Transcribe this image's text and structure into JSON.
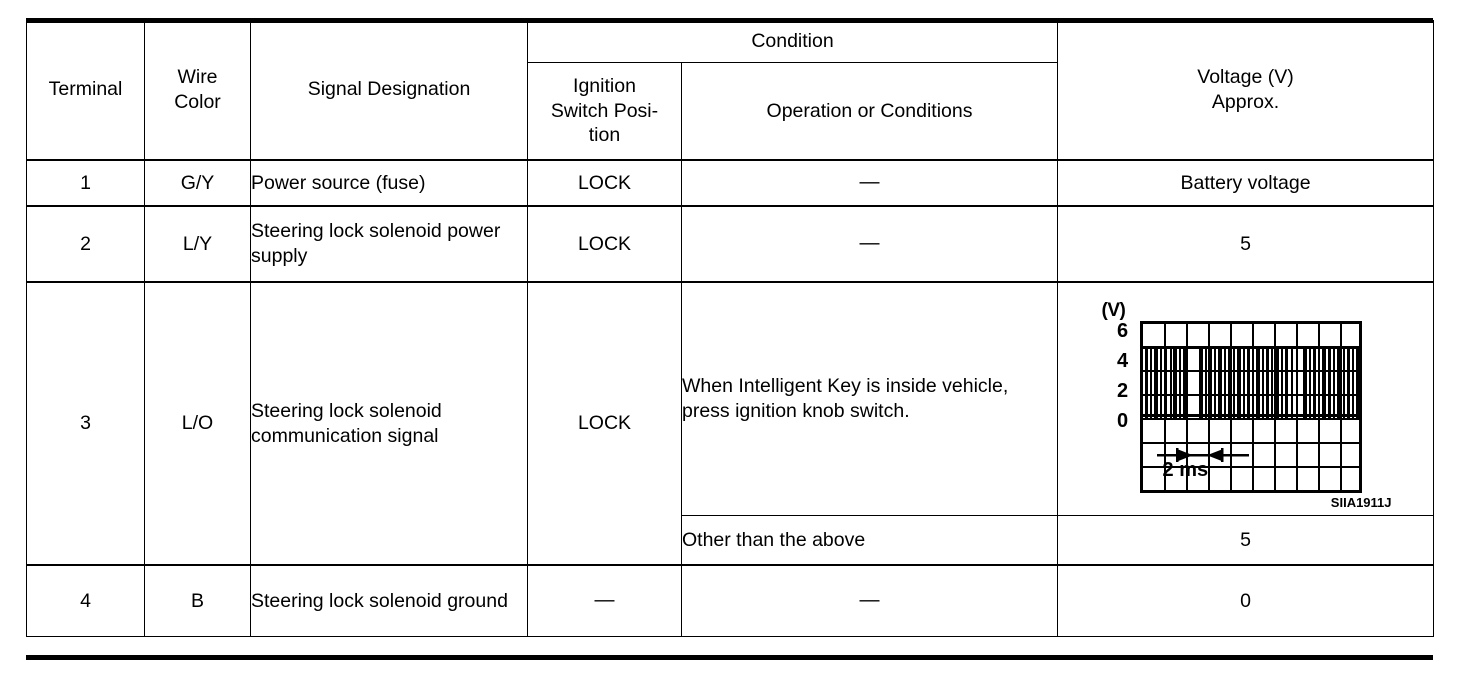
{
  "table": {
    "headers": {
      "terminal": "Terminal",
      "wire_color": "Wire\nColor",
      "wire_color_line1": "Wire",
      "wire_color_line2": "Color",
      "signal_designation": "Signal Designation",
      "condition": "Condition",
      "ignition_switch_position": "Ignition Switch Position",
      "ignition_line1": "Ignition",
      "ignition_line2": "Switch Posi-",
      "ignition_line3": "tion",
      "operation_or_conditions": "Operation or Conditions",
      "voltage": "Voltage (V)\nApprox.",
      "voltage_line1": "Voltage (V)",
      "voltage_line2": "Approx."
    },
    "rows": [
      {
        "terminal": "1",
        "wire_color": "G/Y",
        "signal_designation": "Power source (fuse)",
        "ignition_switch_position": "LOCK",
        "operation_or_conditions": "—",
        "voltage": "Battery voltage"
      },
      {
        "terminal": "2",
        "wire_color": "L/Y",
        "signal_designation": "Steering lock solenoid power supply",
        "ignition_switch_position": "LOCK",
        "operation_or_conditions": "—",
        "voltage": "5"
      },
      {
        "terminal": "3",
        "wire_color": "L/O",
        "signal_designation": "Steering lock solenoid communication signal",
        "ignition_switch_position": "LOCK",
        "sub_conditions": [
          {
            "operation_or_conditions": "When Intelligent Key is inside vehicle, press ignition knob switch.",
            "voltage_waveform": true
          },
          {
            "operation_or_conditions": "Other than the above",
            "voltage": "5"
          }
        ]
      },
      {
        "terminal": "4",
        "wire_color": "B",
        "signal_designation": "Steering lock solenoid ground",
        "ignition_switch_position": "—",
        "operation_or_conditions": "—",
        "voltage": "0"
      }
    ]
  },
  "waveform": {
    "unit_label": "(V)",
    "y_ticks": [
      "6",
      "4",
      "2",
      "0"
    ],
    "time_label": "2 ms",
    "figure_id": "SIIA1911J",
    "grid_columns": 10,
    "grid_rows": 7
  },
  "chart_data": {
    "type": "line",
    "title": "",
    "xlabel": "2 ms",
    "ylabel": "(V)",
    "ylim": [
      0,
      7
    ],
    "y_ticks": [
      6,
      4,
      2,
      0
    ],
    "grid": true,
    "description": "Digital serial communication pulse train between 0 V and 5 V with bursts of narrow pulses separated by idle-high gaps"
  }
}
